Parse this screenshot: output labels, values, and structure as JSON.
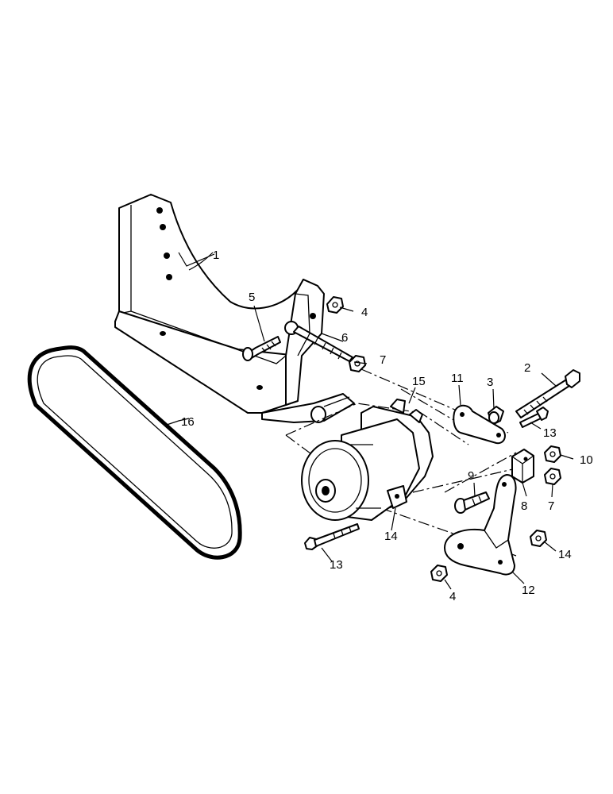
{
  "callouts": [
    {
      "id": "1",
      "label": "1"
    },
    {
      "id": "2",
      "label": "2"
    },
    {
      "id": "3",
      "label": "3"
    },
    {
      "id": "4a",
      "label": "4"
    },
    {
      "id": "4b",
      "label": "4"
    },
    {
      "id": "5",
      "label": "5"
    },
    {
      "id": "6",
      "label": "6"
    },
    {
      "id": "7a",
      "label": "7"
    },
    {
      "id": "7b",
      "label": "7"
    },
    {
      "id": "8",
      "label": "8"
    },
    {
      "id": "9",
      "label": "9"
    },
    {
      "id": "10",
      "label": "10"
    },
    {
      "id": "11",
      "label": "11"
    },
    {
      "id": "12",
      "label": "12"
    },
    {
      "id": "13a",
      "label": "13"
    },
    {
      "id": "13b",
      "label": "13"
    },
    {
      "id": "14a",
      "label": "14"
    },
    {
      "id": "14b",
      "label": "14"
    },
    {
      "id": "15",
      "label": "15"
    },
    {
      "id": "16",
      "label": "16"
    }
  ]
}
